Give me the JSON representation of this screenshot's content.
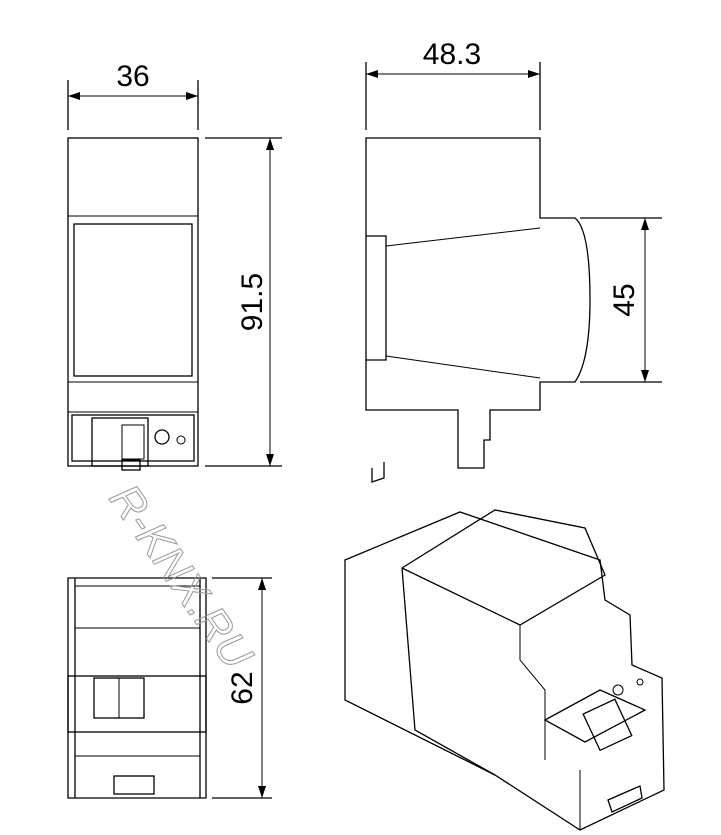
{
  "dimensions": {
    "front_width": "36",
    "side_width": "48.3",
    "height": "91.5",
    "rail_height": "45",
    "bottom_depth": "62"
  },
  "watermark": "R-KNX.RU"
}
